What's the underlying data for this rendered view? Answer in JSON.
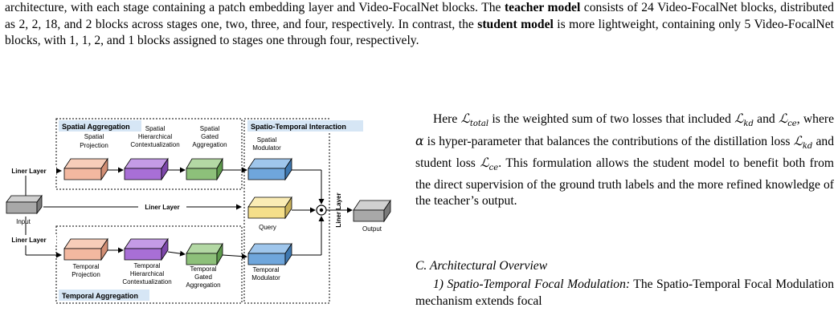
{
  "intro": {
    "line1_a": "architecture, with each stage containing a patch embedding layer and Video-FocalNet blocks. The ",
    "teacher_bold": "teacher model",
    "line1_b": " consists of 24 Video-FocalNet blocks, distributed as 2, 2, 18, and 2 blocks across stages one, two, three, and four, respectively. In contrast, the ",
    "student_bold": "student model",
    "line1_c": " is more lightweight, containing only 5 Video-FocalNet blocks, with 1, 1, 2, and 1 blocks assigned to stages one through four, respectively."
  },
  "loss_paragraph": {
    "t1": "Here ",
    "l_total": "ℒ",
    "l_total_sub": "total",
    "t2": " is the weighted sum of two losses that included ",
    "l_kd": "ℒ",
    "l_kd_sub": "kd",
    "t3": " and ",
    "l_ce": "ℒ",
    "l_ce_sub": "ce",
    "t4": ", where ",
    "alpha": "α",
    "t5": " is hyper-parameter that balances the contributions of the distillation loss ",
    "l_kd2": "ℒ",
    "l_kd2_sub": "kd",
    "t6": " and student loss ",
    "l_ce2": "ℒ",
    "l_ce2_sub": "ce",
    "t7": ". This formulation allows the student model to benefit both from the direct supervision of the ground truth labels and the more refined knowledge of the teacher’s output."
  },
  "section_heading": "C. Architectural Overview",
  "subsection": {
    "title": "1) Spatio-Temporal Focal Modulation:",
    "text": " The Spatio-Temporal Focal Modulation mechanism extends focal"
  },
  "figure": {
    "spatial_aggregation_label": "Spatial Aggregation",
    "temporal_aggregation_label": "Temporal Aggregation",
    "interaction_label": "Spatio-Temporal Interaction",
    "liner_layer_top": "Liner Layer",
    "liner_layer_mid": "Liner Layer",
    "liner_layer_bottom": "Liner Layer",
    "liner_layer_vertical": "Liner Layer",
    "input_label": "Input",
    "output_label": "Output",
    "query_label": "Query",
    "spatial_projection": [
      "Spatial",
      "Projection"
    ],
    "spatial_hier": [
      "Spatial",
      "Hierarchical",
      "Contextualization"
    ],
    "spatial_gated": [
      "Spatial",
      "Gated",
      "Aggregation"
    ],
    "spatial_modulator": [
      "Spatial",
      "Modulator"
    ],
    "temporal_projection": [
      "Temporal",
      "Projection"
    ],
    "temporal_hier": [
      "Temporal",
      "Hierarchical",
      "Contextualization"
    ],
    "temporal_gated": [
      "Temporal",
      "Gated",
      "Aggregation"
    ],
    "temporal_modulator": [
      "Temporal",
      "Modulator"
    ],
    "colors": {
      "projection": "#f3b8a0",
      "hierarchical": "#a86fd6",
      "gated": "#8dc07a",
      "modulator": "#6fa6dc",
      "query": "#f5df8a",
      "gray": "#a8a8a8",
      "label_bg": "#d6e6f5"
    }
  }
}
